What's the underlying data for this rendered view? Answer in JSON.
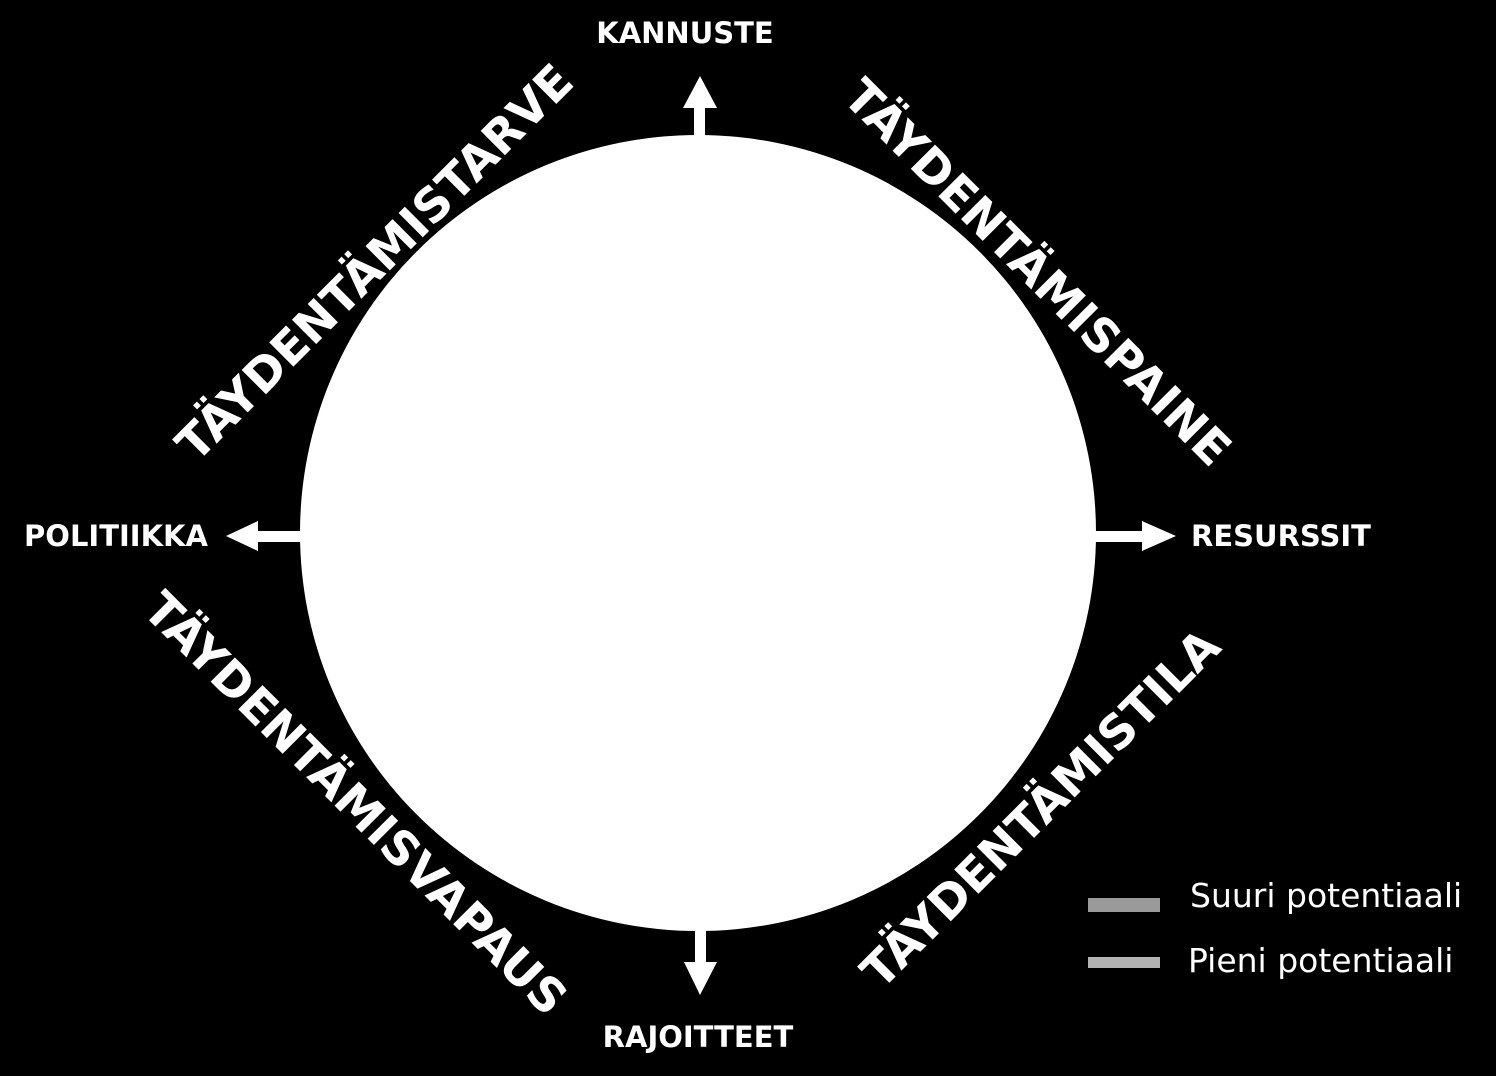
{
  "axes": {
    "top": "KANNUSTE",
    "left": "POLITIIKKA",
    "right": "RESURSSIT",
    "bottom": "RAJOITTEET"
  },
  "quadrants": {
    "top_left": "TÄYDENTÄMISTARVE",
    "top_right": "TÄYDENTÄMISPAINE",
    "bottom_left": "TÄYDENTÄMISVAPAUS",
    "bottom_right": "TÄYDENTÄMISTILA"
  },
  "legend": {
    "items": [
      {
        "label": "Suuri potentiaali",
        "color": "#9a9a9a"
      },
      {
        "label": "Pieni potentiaali",
        "color": "#b3b3b3"
      }
    ]
  },
  "colors": {
    "background": "#000000",
    "circle": "#ffffff",
    "arrows": "#ffffff",
    "text": "#ffffff"
  }
}
